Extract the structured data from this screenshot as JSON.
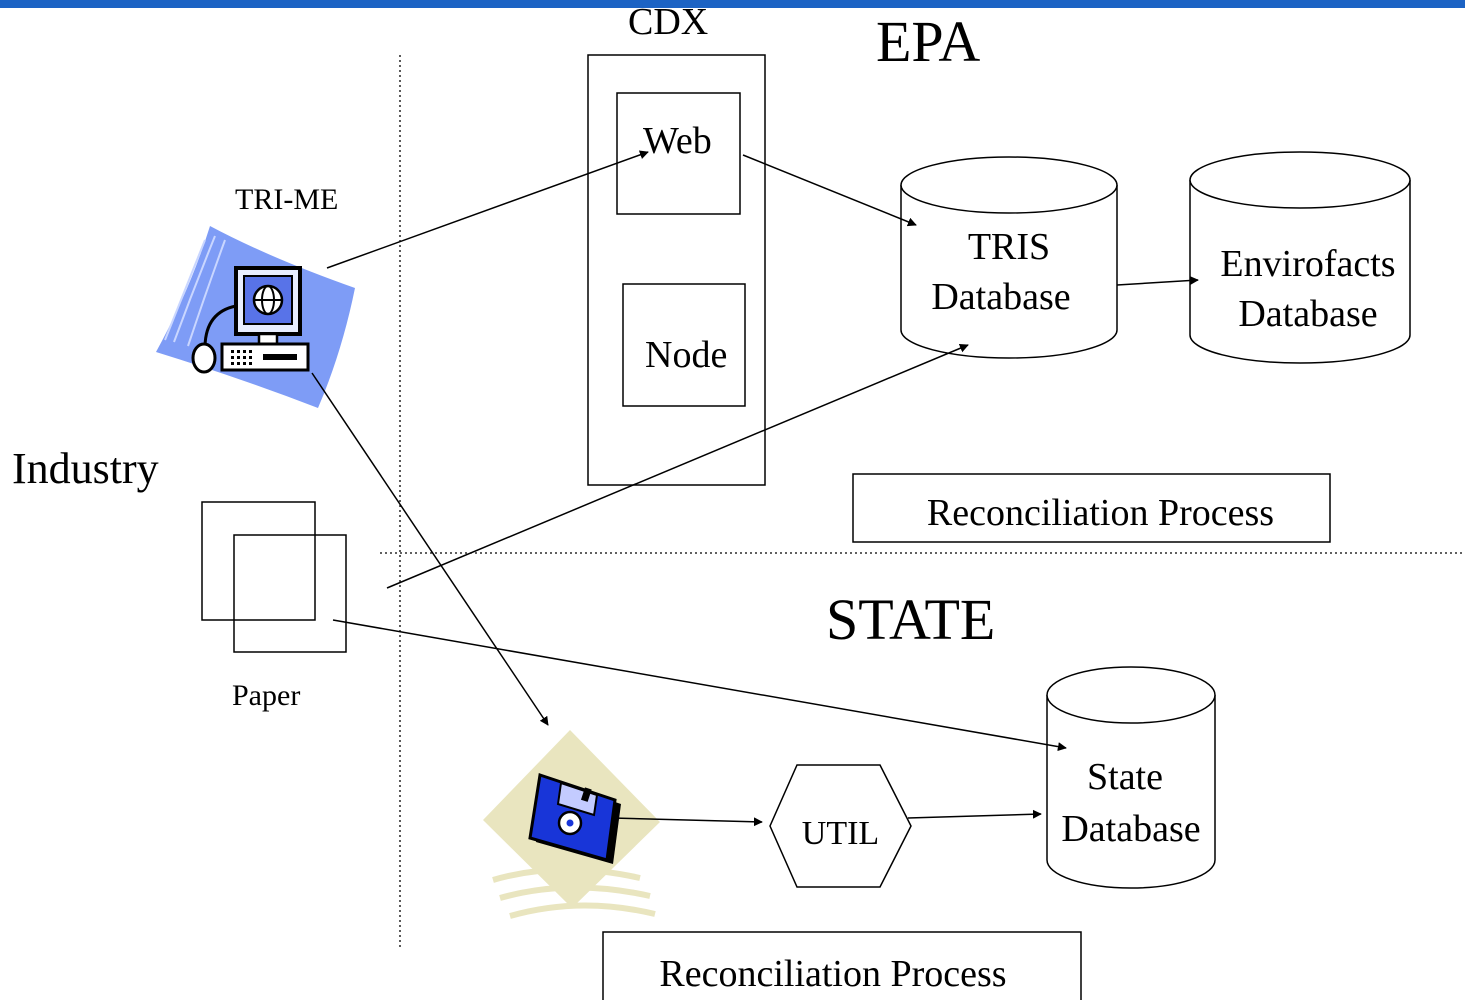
{
  "regions": {
    "epa": "EPA",
    "state": "STATE",
    "industry": "Industry",
    "cdx": "CDX"
  },
  "nodes": {
    "tri_me": "TRI-ME",
    "paper": "Paper",
    "web": "Web",
    "node": "Node",
    "tris_db": [
      "TRIS",
      "Database"
    ],
    "envirofacts_db": [
      "Envirofacts",
      "Database"
    ],
    "state_db": [
      "State",
      "Database"
    ],
    "util": "UTIL"
  },
  "processes": {
    "epa_reconciliation": "Reconciliation Process",
    "state_reconciliation": "Reconciliation Process"
  },
  "colors": {
    "header_rule": "#1c63c4",
    "computer_fill": "#7e9cf6",
    "disk_fill": "#1835d8",
    "disk_background": "#e9e5bf"
  },
  "icons": {
    "computer": "computer-icon",
    "floppy": "floppy-disk-icon",
    "paper": "paper-stack-icon"
  }
}
